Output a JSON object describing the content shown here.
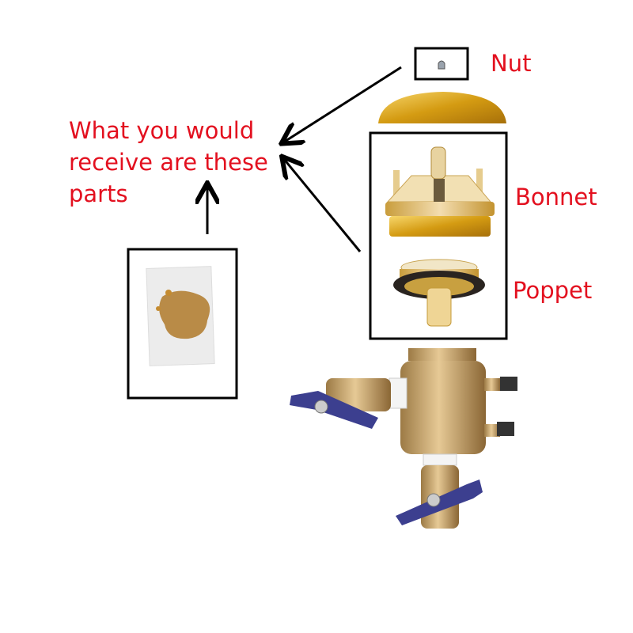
{
  "caption": {
    "line1": "What you would",
    "line2": "receive are these",
    "line3": "parts"
  },
  "labels": {
    "nut": "Nut",
    "bonnet": "Bonnet",
    "poppet": "Poppet"
  },
  "colors": {
    "label_red": "#e3101f",
    "brass": "#d4a62a",
    "handle_blue": "#3c3f8f"
  }
}
